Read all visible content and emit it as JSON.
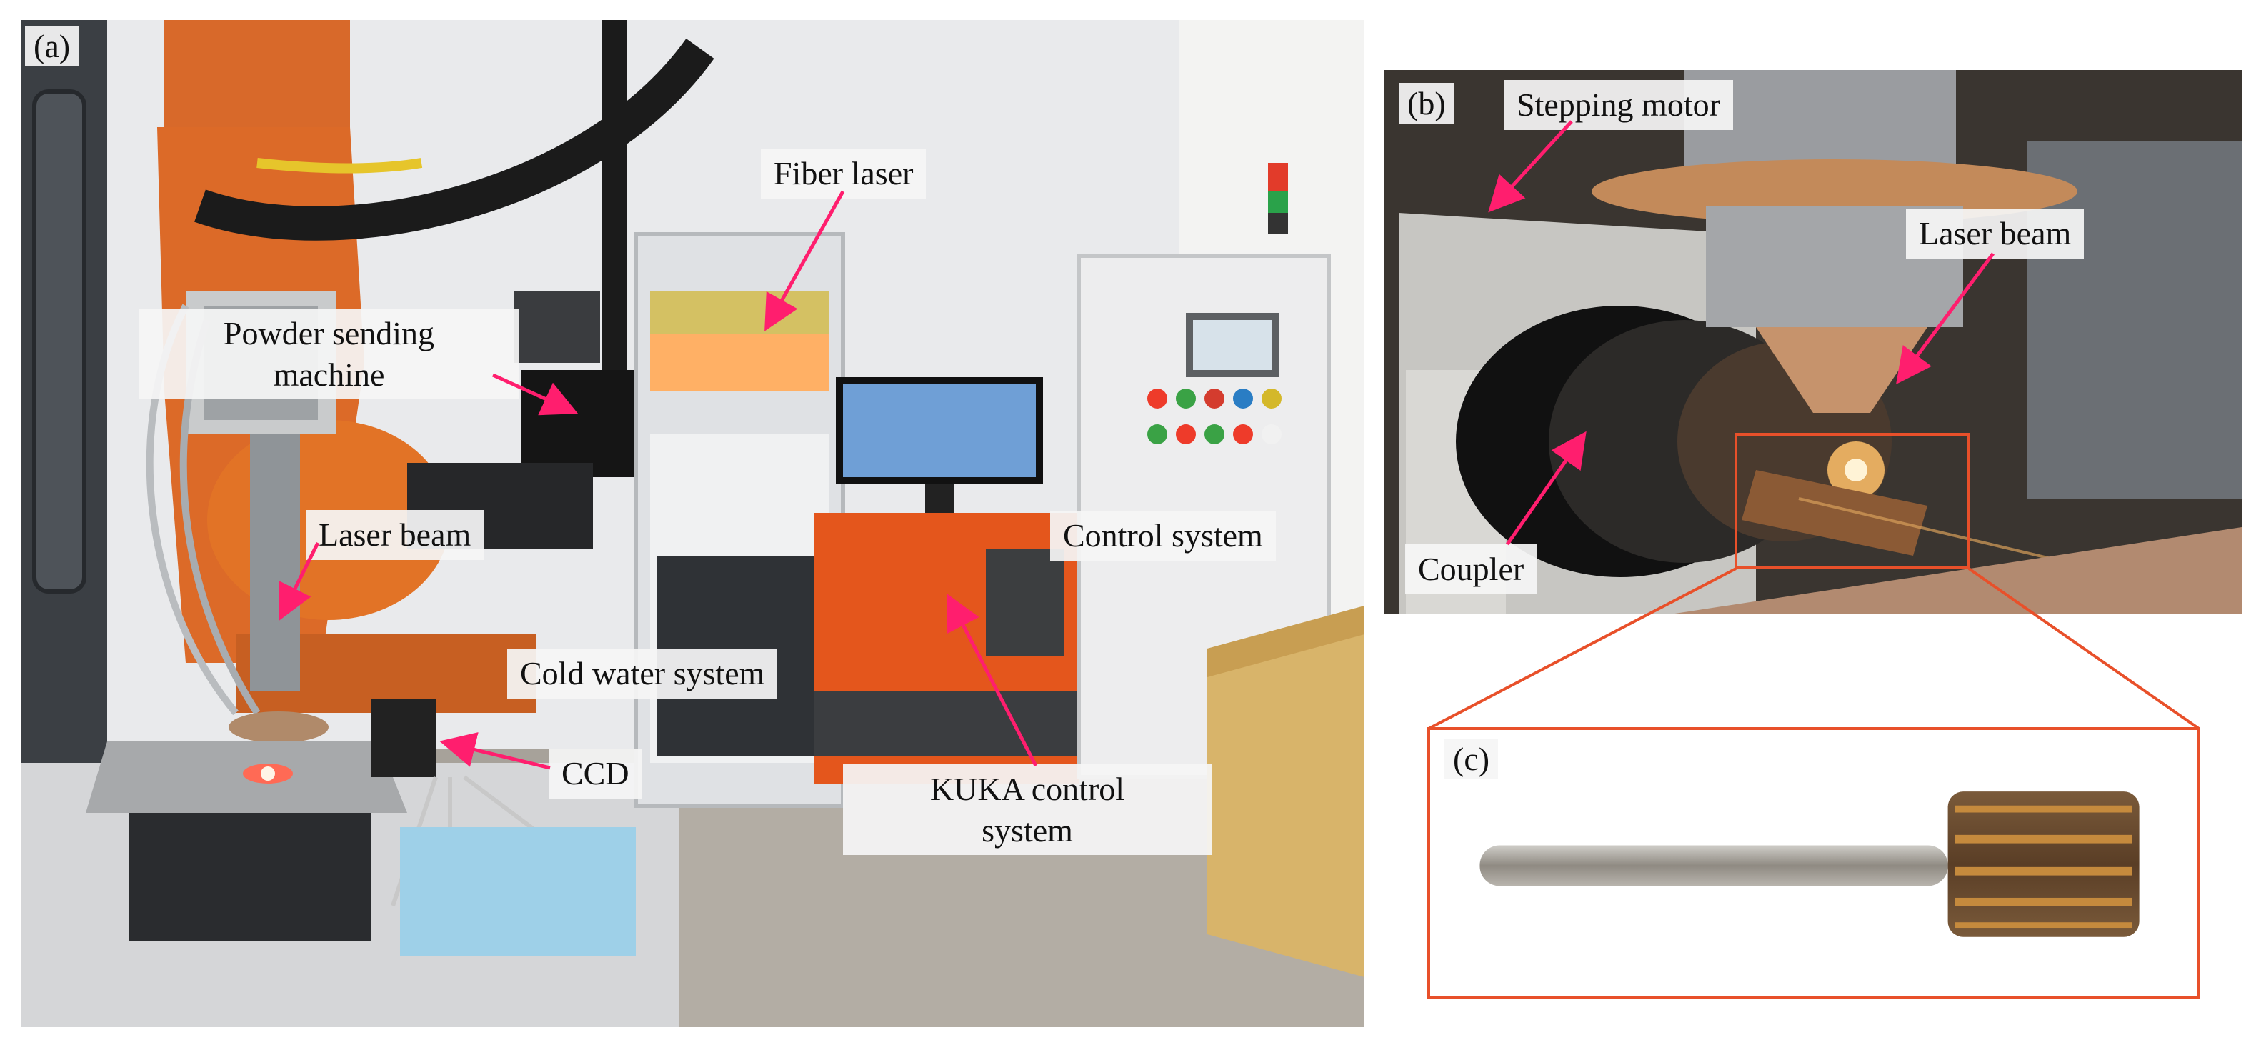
{
  "panels": {
    "a": {
      "tag": "(a)"
    },
    "b": {
      "tag": "(b)"
    },
    "c": {
      "tag": "(c)"
    }
  },
  "labels": {
    "fiber_laser": "Fiber laser",
    "powder_machine_line1": "Powder sending",
    "powder_machine_line2": "machine",
    "laser_beam_a": "Laser beam",
    "cold_water": "Cold water system",
    "ccd": "CCD",
    "control_system": "Control system",
    "kuka_line1": "KUKA control",
    "kuka_line2": "system",
    "stepping_motor": "Stepping motor",
    "laser_beam_b": "Laser beam",
    "coupler": "Coupler"
  },
  "colors": {
    "arrow": "#ff1e6e",
    "zoom_frame": "#e8502a",
    "robot": "#e07020",
    "cabinet_orange": "#e4561c"
  }
}
